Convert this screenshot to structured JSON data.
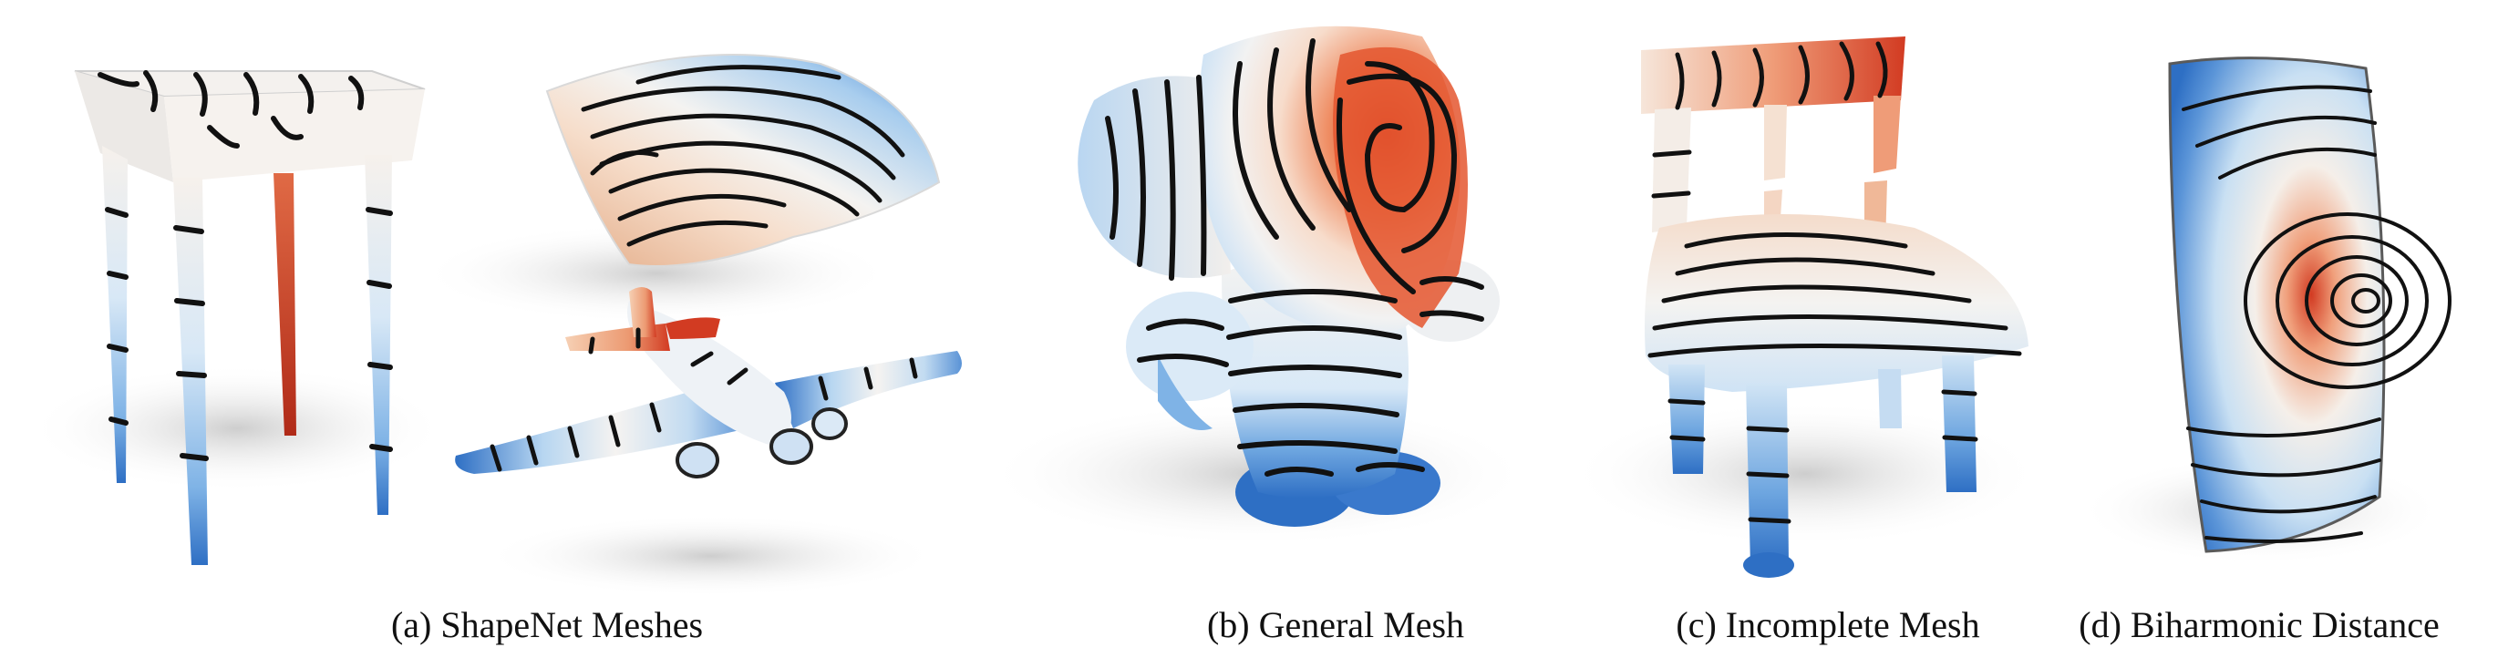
{
  "figure": {
    "captions": {
      "a": "(a) ShapeNet Meshes",
      "b": "(b) General Mesh",
      "c": "(c) Incomplete Mesh",
      "d": "(d) Biharmonic Distance"
    },
    "colors": {
      "cold": "#2e6fc4",
      "light_blue": "#bcd9f2",
      "neutral": "#f7f3ef",
      "peach": "#f3c3a3",
      "hot": "#d23b22",
      "contour": "#111111"
    }
  }
}
